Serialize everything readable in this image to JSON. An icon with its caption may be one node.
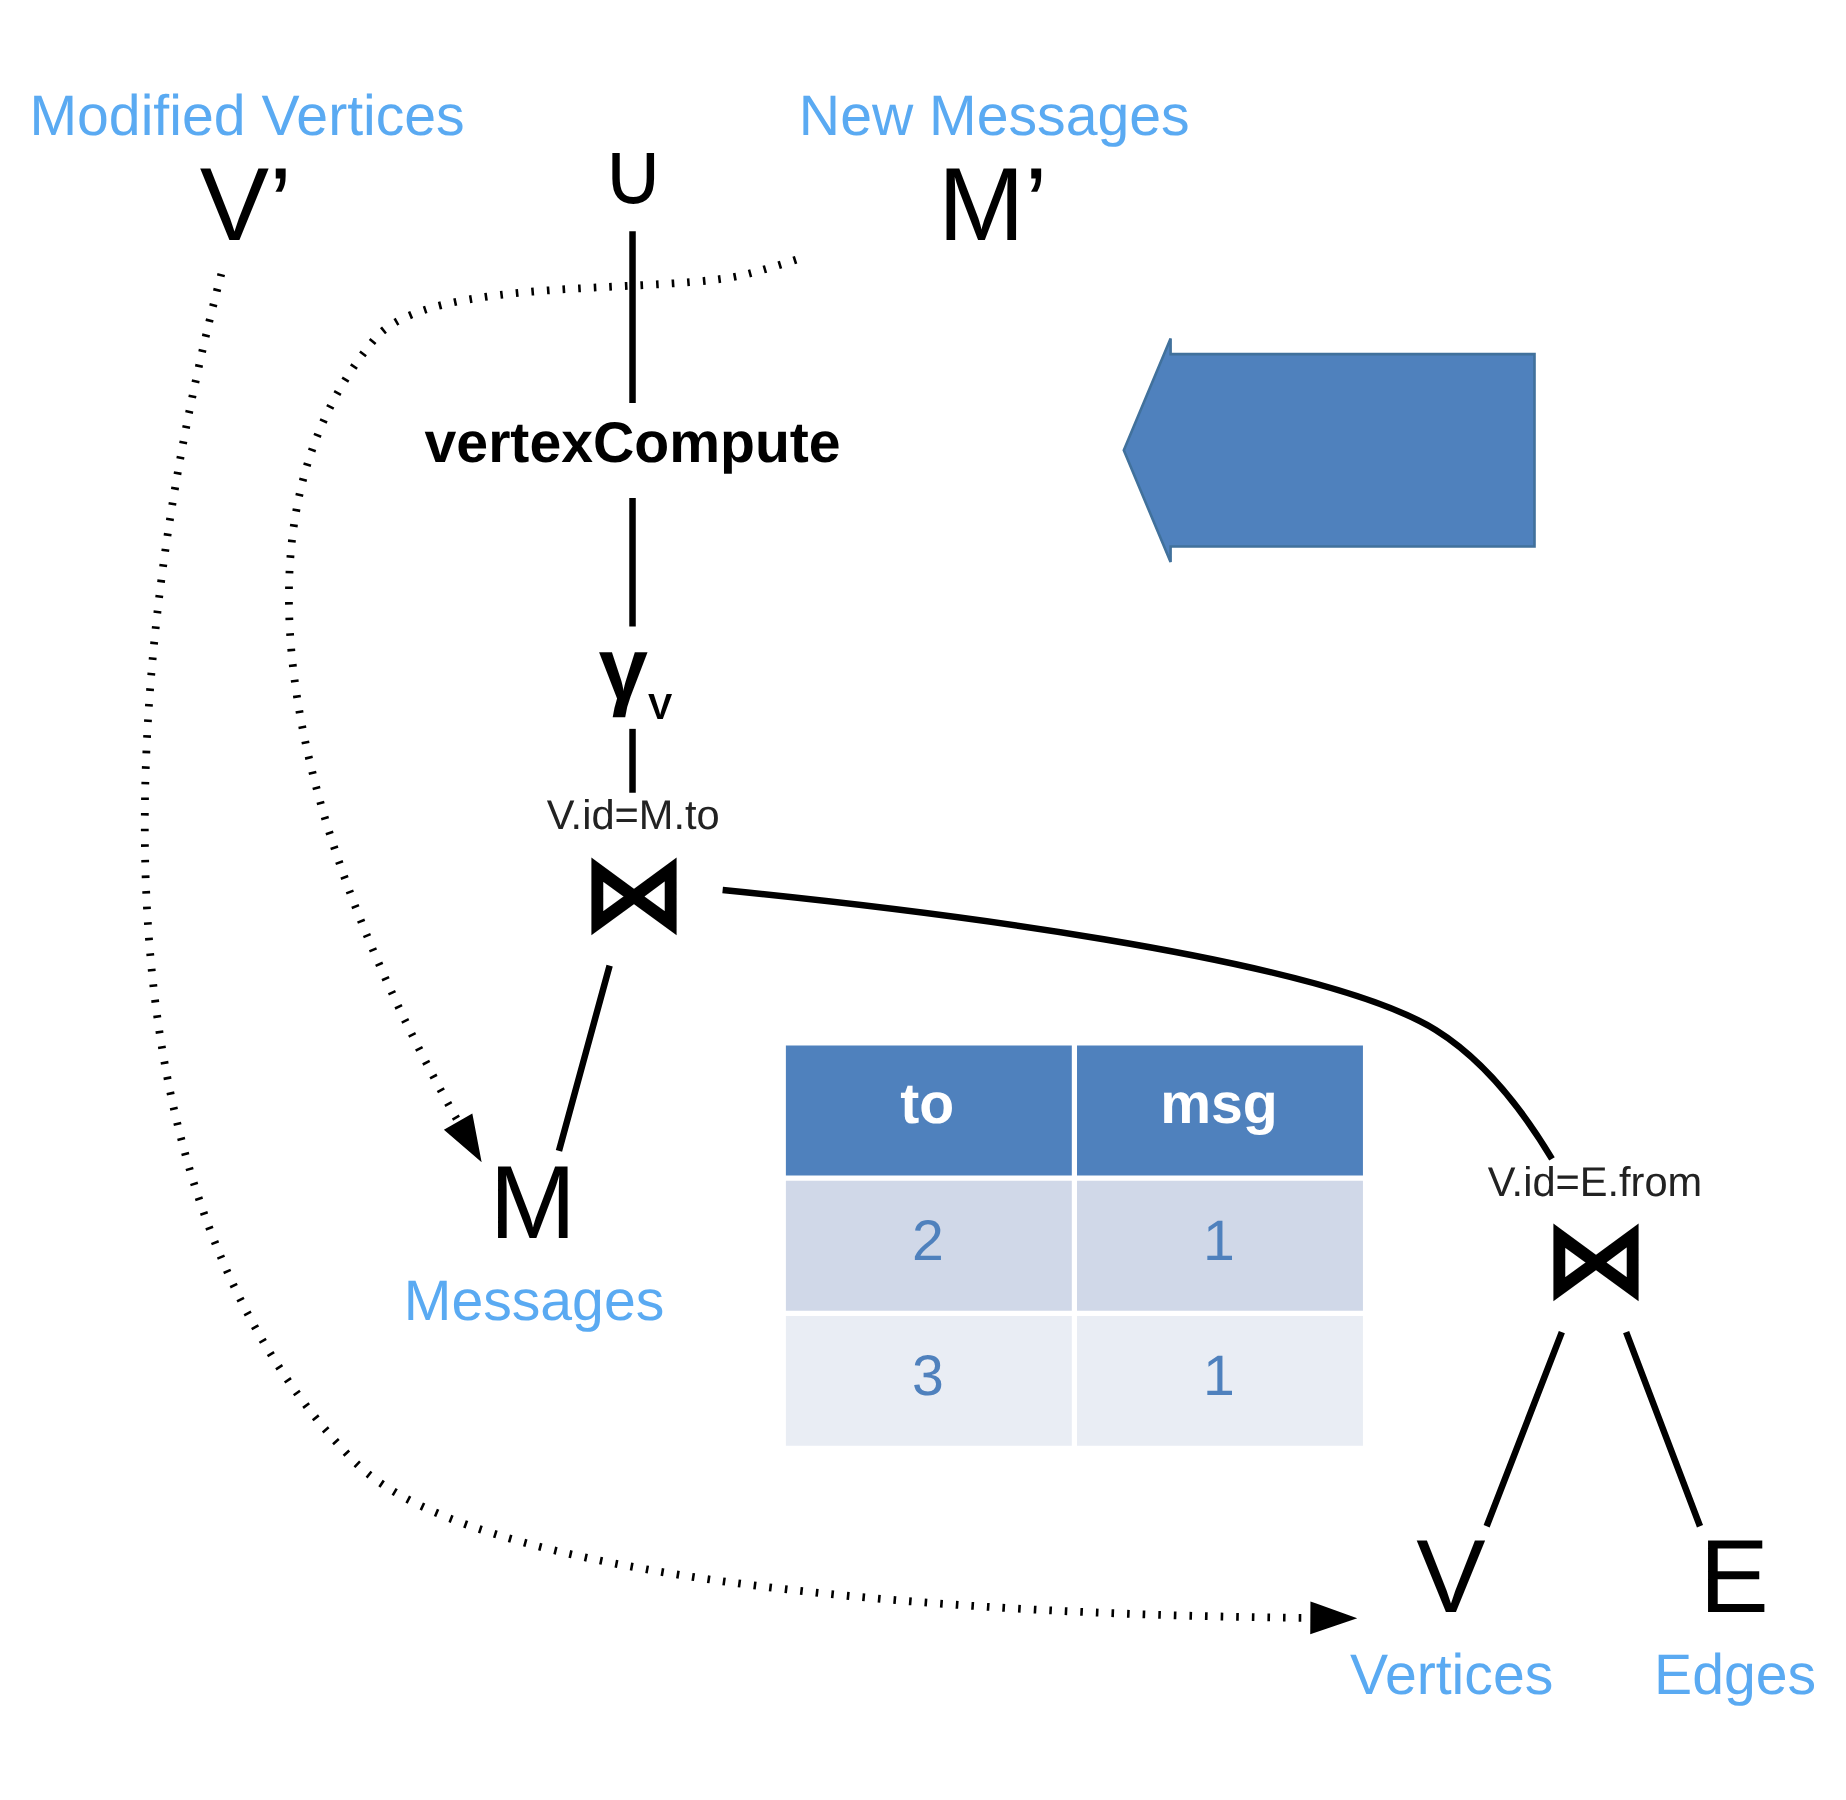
{
  "diagram": {
    "nodes": [
      {
        "text": [
          "V’"
        ],
        "beside": [
          "Modified Vertices"
        ]
      },
      {
        "text": [
          "∪"
        ]
      },
      {
        "text": [
          "M’"
        ],
        "beside": [
          "New Messages"
        ]
      },
      {
        "text": [
          "vertexCompute"
        ]
      },
      {
        "text": [
          "γ$_{V}$"
        ]
      },
      {
        "text": [
          "⋈"
        ],
        "beside": [
          "V.id=M.to"
        ]
      },
      {
        "text": [
          "⋈"
        ],
        "beside": [
          "V.id=E.from"
        ]
      },
      {
        "text": [
          "M"
        ],
        "beside": [
          "Messages"
        ]
      },
      {
        "text": [
          "V"
        ],
        "beside": [
          "Vertices"
        ]
      },
      {
        "text": [
          "E"
        ],
        "beside": [
          "Edges"
        ]
      },
      {
        "text": [],
        "shape": "arrow"
      }
    ],
    "edges": [
      {
        "from": 1,
        "to": 3,
        "arrow": "none"
      },
      {
        "from": 3,
        "to": 4,
        "arrow": "none"
      },
      {
        "from": 4,
        "to": 5,
        "arrow": "none"
      },
      {
        "from": 5,
        "to": 6,
        "arrow": "none"
      },
      {
        "from": 5,
        "to": 7,
        "arrow": "none"
      },
      {
        "from": 6,
        "to": 8,
        "arrow": "none"
      },
      {
        "from": 6,
        "to": 9,
        "arrow": "none"
      },
      {
        "from": 0,
        "to": 8,
        "arrow": "to",
        "style": "dashed"
      },
      {
        "from": 2,
        "to": 7,
        "arrow": "to",
        "style": "dashed"
      }
    ],
    "labels": [
      "to",
      "msg",
      "2",
      "1",
      "3",
      "1"
    ]
  }
}
